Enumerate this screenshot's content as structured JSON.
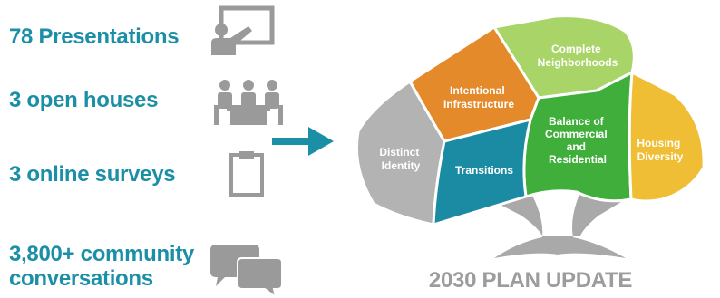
{
  "stats": [
    {
      "text": "78 Presentations",
      "icon": "presentation-icon"
    },
    {
      "text": "3 open houses",
      "icon": "meeting-icon"
    },
    {
      "text": "3 online surveys",
      "icon": "clipboard-icon"
    },
    {
      "text": "3,800+ community conversations",
      "icon": "chat-bubbles-icon"
    }
  ],
  "plan_title": "2030 PLAN UPDATE",
  "regions": [
    {
      "lines": [
        "Complete",
        "Neighborhoods"
      ],
      "color": "#a8d468"
    },
    {
      "lines": [
        "Intentional",
        "Infrastructure"
      ],
      "color": "#e58a2a"
    },
    {
      "lines": [
        "Balance of",
        "Commercial",
        "and",
        "Residential"
      ],
      "color": "#3fae3a"
    },
    {
      "lines": [
        "Distinct",
        "Identity"
      ],
      "color": "#b3b3b3"
    },
    {
      "lines": [
        "Transitions"
      ],
      "color": "#1a8ba2"
    },
    {
      "lines": [
        "Housing",
        "Diversity"
      ],
      "color": "#f0be35"
    }
  ],
  "colors": {
    "accent": "#1b8fa6",
    "icon_gray": "#9a9a9a",
    "trunk": "#a9a9a9"
  }
}
